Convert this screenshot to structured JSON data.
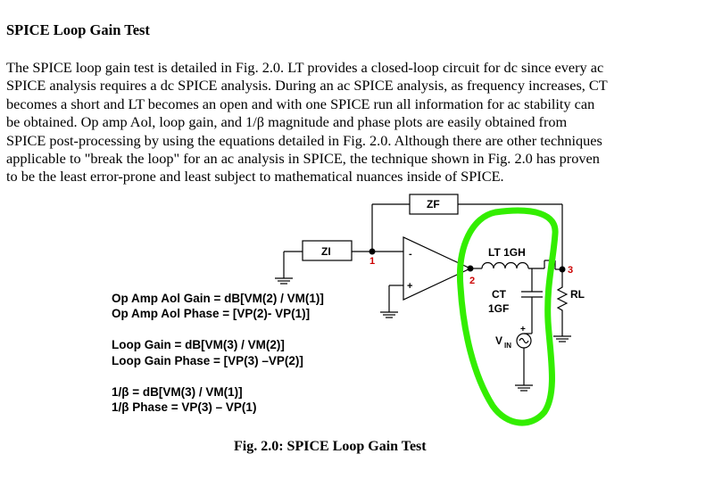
{
  "heading": "SPICE Loop Gain Test",
  "paragraph": [
    "The SPICE loop gain test is detailed in Fig. 2.0. LT provides a closed-loop circuit for dc since every ac",
    "SPICE analysis requires a dc SPICE analysis. During an ac SPICE analysis, as frequency increases, CT",
    "becomes a short and LT becomes an open and with one SPICE run all information for ac stability can",
    "be obtained. Op amp Aol, loop gain, and 1/β magnitude and phase plots are easily obtained from",
    "SPICE post-processing by using the equations detailed in Fig. 2.0. Although there are other techniques",
    "applicable to \"break the loop\" for an ac analysis in SPICE, the technique shown in Fig. 2.0 has proven",
    "to be the least error-prone and least subject to mathematical nuances inside of SPICE."
  ],
  "circuit": {
    "zf": "ZF",
    "zi": "ZI",
    "node1": "1",
    "node2": "2",
    "node3": "3",
    "minus": "-",
    "plus": "+",
    "lt_label": "LT 1GH",
    "ct_label_1": "CT",
    "ct_label_2": "1GF",
    "rl_label": "RL",
    "vin_label": "V",
    "vin_sub": "IN",
    "vin_plus": "+"
  },
  "equations": {
    "aol_gain": "Op Amp Aol Gain = dB[VM(2) / VM(1)]",
    "aol_phase": "Op Amp Aol Phase = [VP(2)- VP(1)]",
    "loop_gain": "Loop Gain = dB[VM(3) / VM(2)]",
    "loop_phase": "Loop Gain Phase = [VP(3) –VP(2)]",
    "beta_gain": "1/β = dB[VM(3) / VM(1)]",
    "beta_phase": "1/β Phase = VP(3) – VP(1)"
  },
  "caption": "Fig. 2.0: SPICE Loop Gain Test",
  "colors": {
    "node_marker": "#cc0000",
    "highlight": "#33ee00",
    "wire": "#000000"
  }
}
